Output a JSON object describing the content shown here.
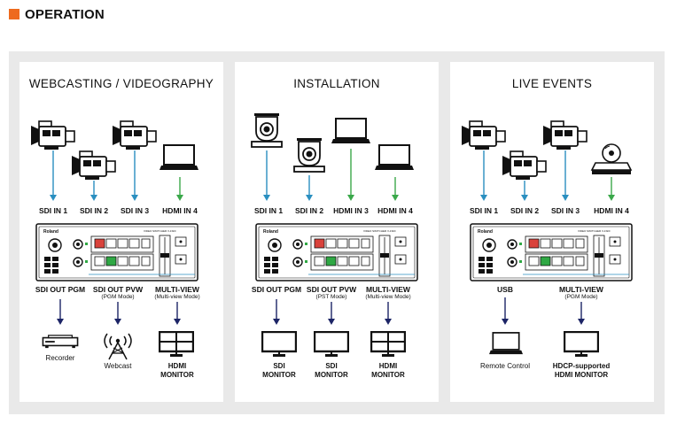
{
  "header": {
    "title": "OPERATION",
    "accent": "#ee6a1e"
  },
  "colors": {
    "sdi_arrow": "#2a8fc0",
    "hdmi_arrow": "#3aa84a",
    "out_arrow": "#1c2466",
    "red_btn": "#d9423b",
    "green_btn": "#2fa844"
  },
  "panels": [
    {
      "title": "WEBCASTING / VIDEOGRAPHY",
      "inputs": [
        "SDI IN 1",
        "SDI IN 2",
        "SDI IN 3",
        "HDMI IN 4"
      ],
      "outputs": [
        {
          "label": "SDI OUT PGM",
          "mode": "",
          "device": "Recorder"
        },
        {
          "label": "SDI OUT PVW",
          "mode": "(PGM Mode)",
          "device": "Webcast"
        },
        {
          "label": "MULTI-VIEW",
          "mode": "(Multi-view Mode)",
          "device": "HDMI MONITOR"
        }
      ]
    },
    {
      "title": "INSTALLATION",
      "inputs": [
        "SDI IN 1",
        "SDI IN 2",
        "HDMI IN 3",
        "HDMI IN 4"
      ],
      "outputs": [
        {
          "label": "SDI OUT PGM",
          "mode": "",
          "device": "SDI MONITOR"
        },
        {
          "label": "SDI OUT PVW",
          "mode": "(PST Mode)",
          "device": "SDI MONITOR"
        },
        {
          "label": "MULTI-VIEW",
          "mode": "(Multi-view Mode)",
          "device": "HDMI MONITOR"
        }
      ]
    },
    {
      "title": "LIVE EVENTS",
      "inputs": [
        "SDI IN 1",
        "SDI IN 2",
        "SDI IN 3",
        "HDMI IN 4"
      ],
      "outputs": [
        {
          "label": "USB",
          "mode": "",
          "device": "Remote Control"
        },
        {
          "label": "MULTI-VIEW",
          "mode": "(PGM Mode)",
          "device": "HDCP-supported HDMI MONITOR"
        }
      ]
    }
  ],
  "switcher": {
    "brand": "Roland"
  }
}
